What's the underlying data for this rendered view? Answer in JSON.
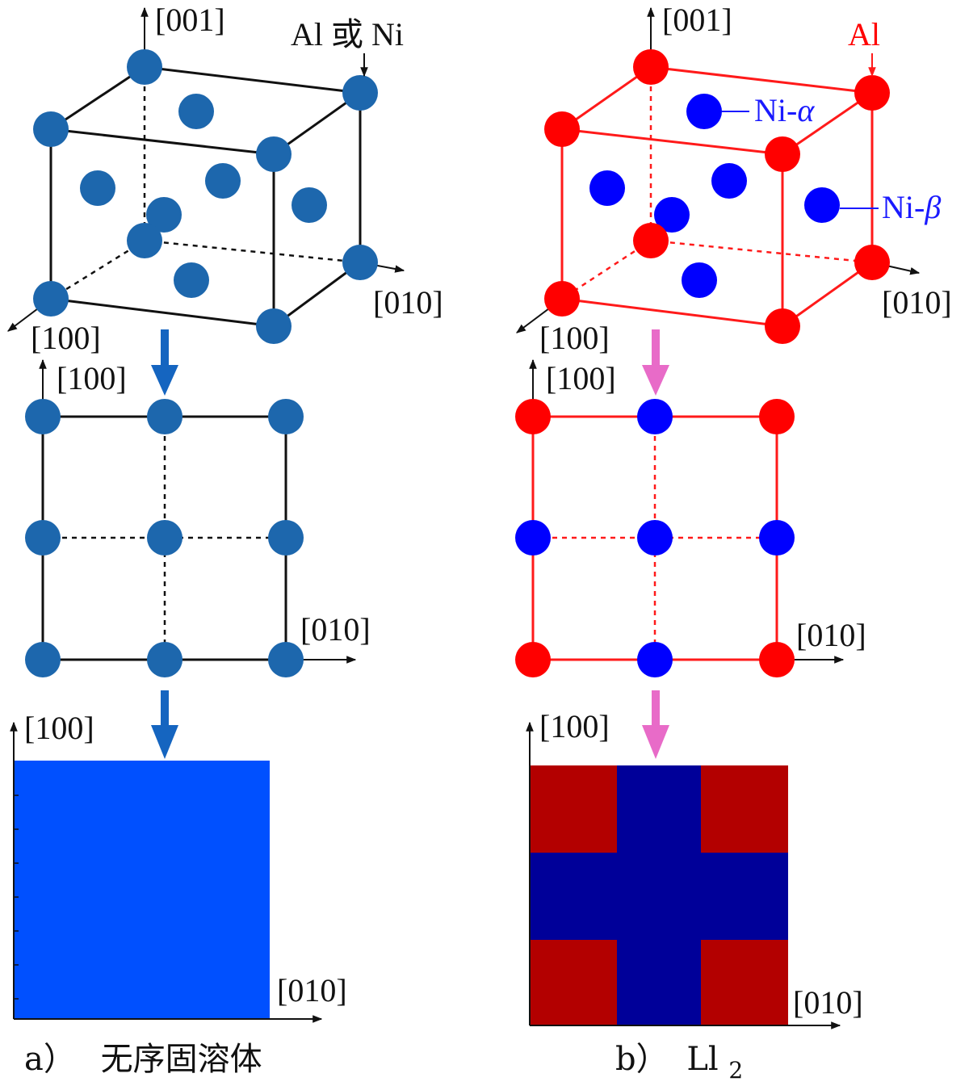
{
  "colors": {
    "atom_disordered": "#1d67ad",
    "atom_al": "#ff0000",
    "atom_ni": "#0000ff",
    "line_left": "#111111",
    "line_right": "#ff1a1a",
    "arrow_left": "#1565c0",
    "arrow_right": "#e86bc8",
    "map_disordered": "#0050ff",
    "map_al": "#b30000",
    "map_ni": "#000099"
  },
  "panel_a": {
    "cube": {
      "axis_001": "[001]",
      "axis_010": "[010]",
      "axis_100": "[100]",
      "site_label": "Al 或 Ni"
    },
    "lattice": {
      "axis_100": "[100]",
      "axis_010": "[010]"
    },
    "map": {
      "axis_100": "[100]",
      "axis_010": "[010]"
    },
    "caption_letter": "a）",
    "caption_text": "无序固溶体"
  },
  "panel_b": {
    "cube": {
      "axis_001": "[001]",
      "axis_010": "[010]",
      "axis_100": "[100]",
      "al_label": "Al",
      "ni_alpha_prefix": "Ni-",
      "ni_alpha_greek": "α",
      "ni_beta_prefix": "Ni-",
      "ni_beta_greek": "β"
    },
    "lattice": {
      "axis_100": "[100]",
      "axis_010": "[010]"
    },
    "map": {
      "axis_100": "[100]",
      "axis_010": "[010]"
    },
    "caption_letter": "b）",
    "caption_main": "Ll",
    "caption_sub": "2"
  }
}
